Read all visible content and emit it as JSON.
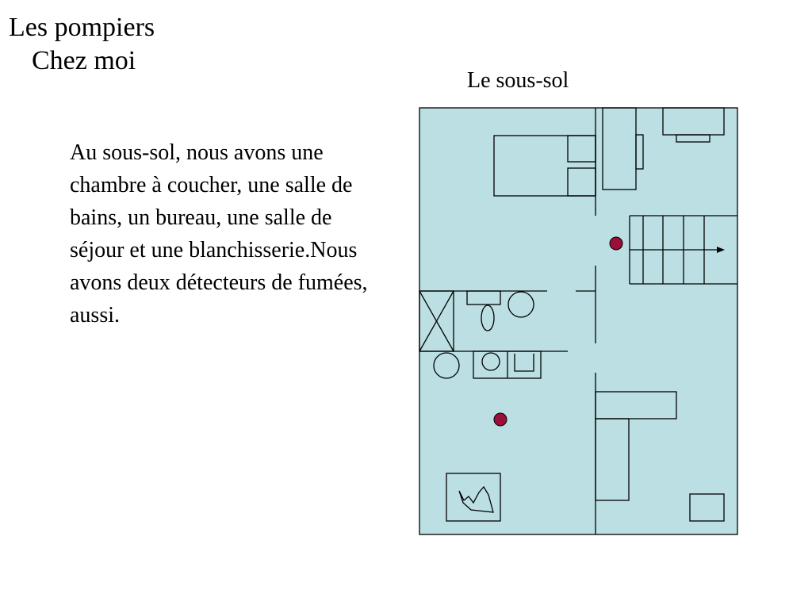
{
  "slide": {
    "title_line1": "Les pompiers",
    "title_line2": "Chez moi",
    "plan_label": "Le sous-sol",
    "description": "Au sous-sol, nous avons une chambre à coucher, une salle de bains, un bureau, une salle de séjour et une blanchisserie.Nous avons deux détecteurs de fumées, aussi."
  },
  "colors": {
    "floor": "#bbdfe3",
    "line": "#000000",
    "smoke_detector": "#99103a"
  },
  "floor_plan": {
    "smoke_detectors": 2
  }
}
